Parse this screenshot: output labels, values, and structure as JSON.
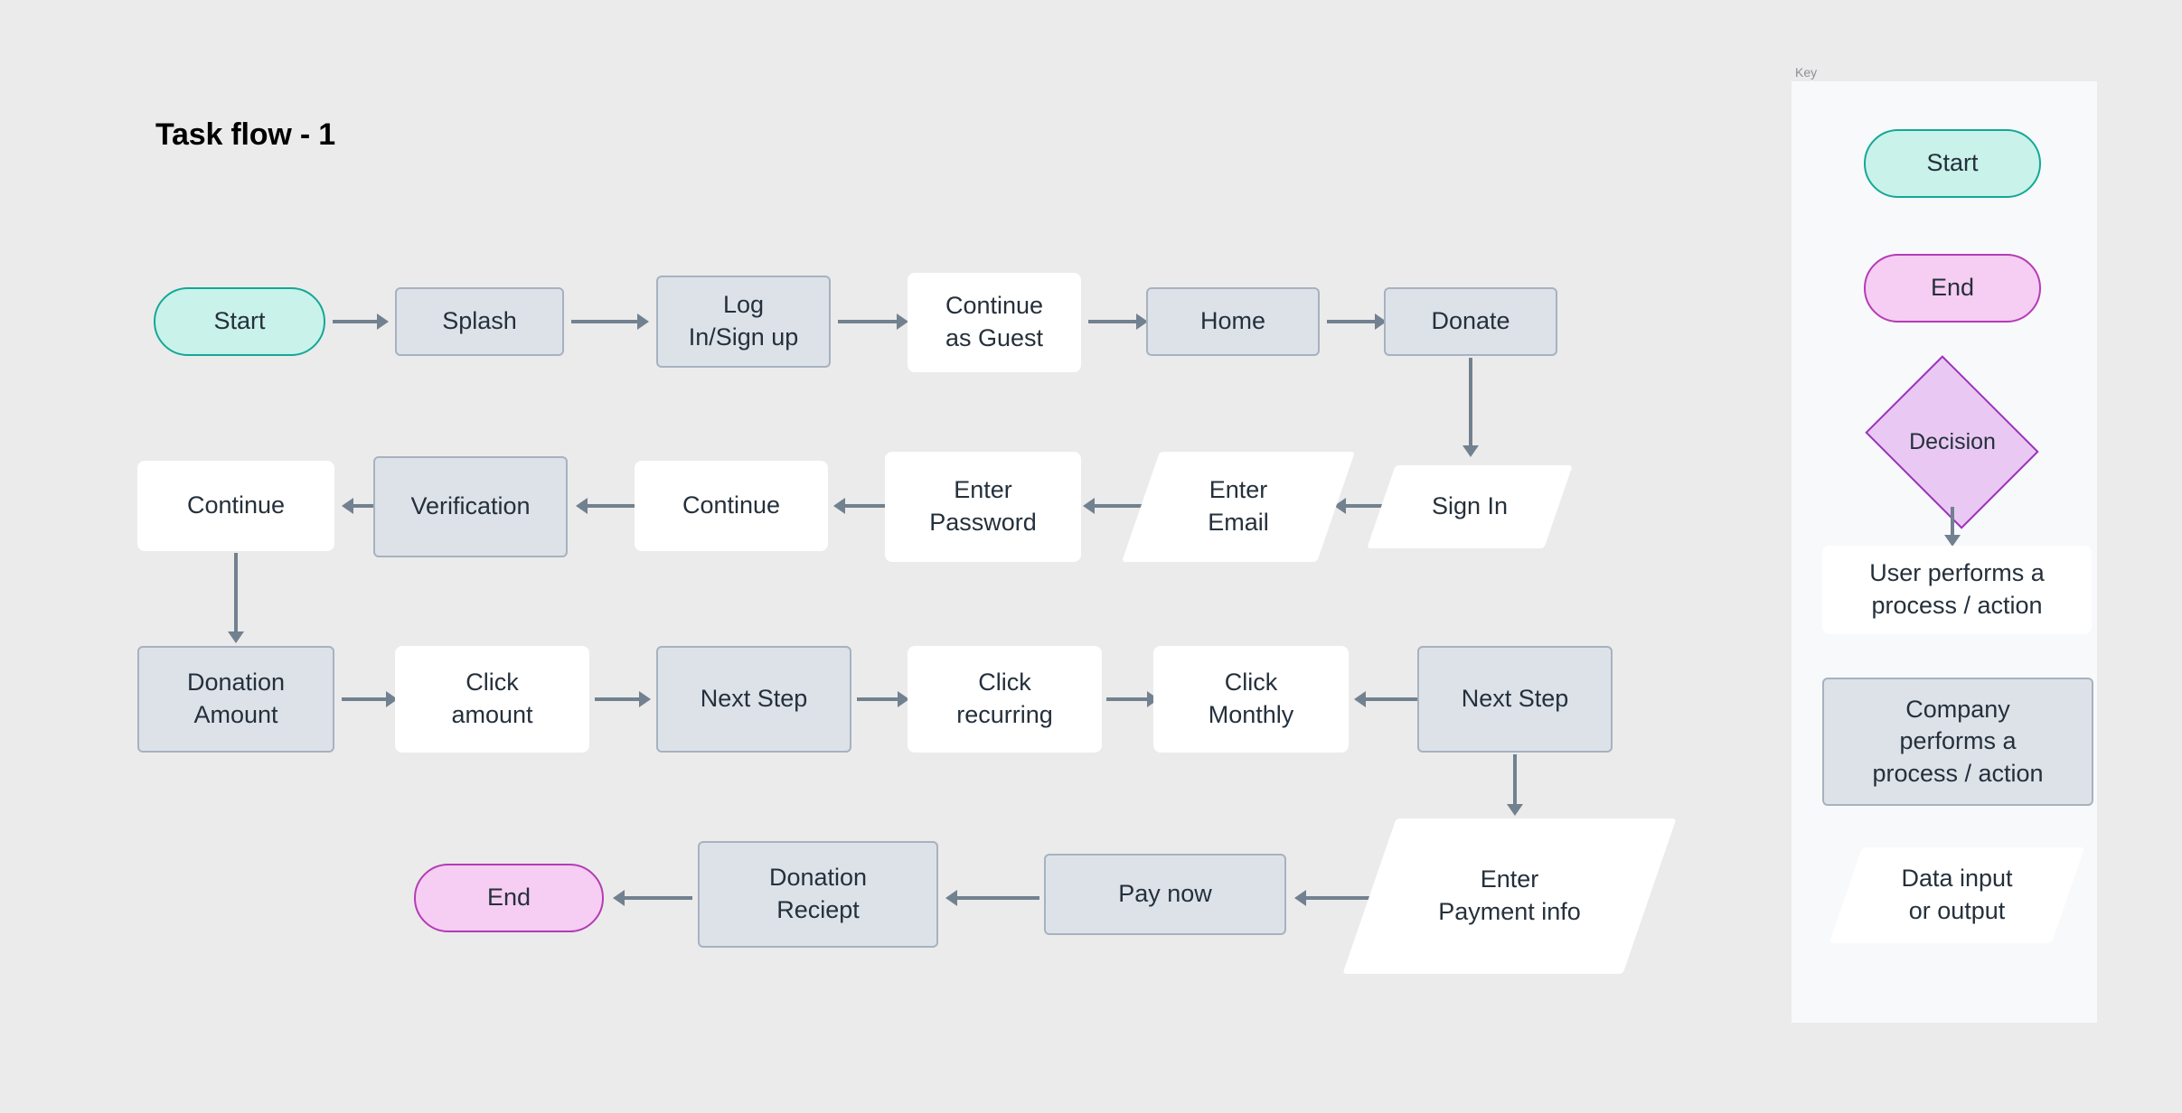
{
  "title": "Task flow - 1",
  "colors": {
    "background": "#ebebeb",
    "company_fill": "#dde2e9",
    "company_border": "#a7b2c0",
    "user_fill": "#ffffff",
    "start_fill": "#c9f2ea",
    "start_border": "#13a897",
    "end_fill": "#f6cdf3",
    "end_border": "#b43cb4",
    "decision_fill": "#e9c9f4",
    "decision_border": "#9b34b8",
    "connector": "#72818f",
    "legend_panel": "#f8f9fb"
  },
  "flow": {
    "rows": [
      {
        "nodes": [
          {
            "label": "Start",
            "type": "start"
          },
          {
            "label": "Splash",
            "type": "company"
          },
          {
            "label": "Log\nIn/Sign up",
            "type": "company"
          },
          {
            "label": "Continue\nas Guest",
            "type": "user"
          },
          {
            "label": "Home",
            "type": "company"
          },
          {
            "label": "Donate",
            "type": "company"
          }
        ]
      },
      {
        "nodes": [
          {
            "label": "Continue",
            "type": "user"
          },
          {
            "label": "Verification",
            "type": "company"
          },
          {
            "label": "Continue",
            "type": "user"
          },
          {
            "label": "Enter\nPassword",
            "type": "user"
          },
          {
            "label": "Enter\nEmail",
            "type": "data"
          },
          {
            "label": "Sign In",
            "type": "data"
          }
        ]
      },
      {
        "nodes": [
          {
            "label": "Donation\nAmount",
            "type": "company"
          },
          {
            "label": "Click\namount",
            "type": "user"
          },
          {
            "label": "Next Step",
            "type": "company"
          },
          {
            "label": "Click\nrecurring",
            "type": "user"
          },
          {
            "label": "Click\nMonthly",
            "type": "user"
          },
          {
            "label": "Next Step",
            "type": "company"
          }
        ]
      },
      {
        "nodes": [
          {
            "label": "End",
            "type": "end"
          },
          {
            "label": "Donation\nReciept",
            "type": "company"
          },
          {
            "label": "Pay now",
            "type": "company"
          },
          {
            "label": "Enter\nPayment info",
            "type": "data"
          }
        ]
      }
    ]
  },
  "legend": {
    "label": "Key",
    "items": [
      {
        "label": "Start",
        "type": "start"
      },
      {
        "label": "End",
        "type": "end"
      },
      {
        "label": "Decision",
        "type": "decision"
      },
      {
        "label": "User performs a\nprocess / action",
        "type": "user"
      },
      {
        "label": "Company\nperforms a\nprocess / action",
        "type": "company"
      },
      {
        "label": "Data input\nor output",
        "type": "data"
      }
    ]
  }
}
